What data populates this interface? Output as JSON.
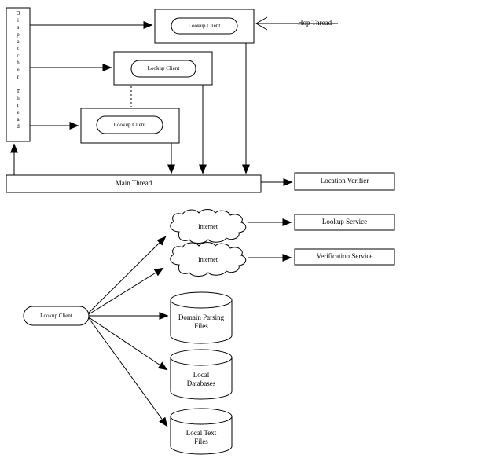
{
  "colors": {
    "stroke": "#000000",
    "background": "#ffffff"
  },
  "dispatcher": {
    "label": "D\ni\ns\np\na\nt\nc\nh\ne\nr\n\nT\nh\nr\ne\na\nd"
  },
  "hop_thread": {
    "label": "Hop Thread"
  },
  "worker_clients": [
    {
      "label": "Lookup Client"
    },
    {
      "label": "Lookup Client"
    },
    {
      "label": "Lookup Client"
    }
  ],
  "main_thread": {
    "label": "Main Thread"
  },
  "location_verifier": {
    "label": "Location Verifier"
  },
  "clouds": [
    {
      "label": "Internet"
    },
    {
      "label": "Internet"
    }
  ],
  "services": [
    {
      "label": "Lookup Service"
    },
    {
      "label": "Verification Service"
    }
  ],
  "lookup_client": {
    "label": "Lookup Client"
  },
  "datastores": [
    {
      "label": "Domain Parsing\nFiles"
    },
    {
      "label": "Local\nDatabases"
    },
    {
      "label": "Local Text\nFiles"
    }
  ]
}
